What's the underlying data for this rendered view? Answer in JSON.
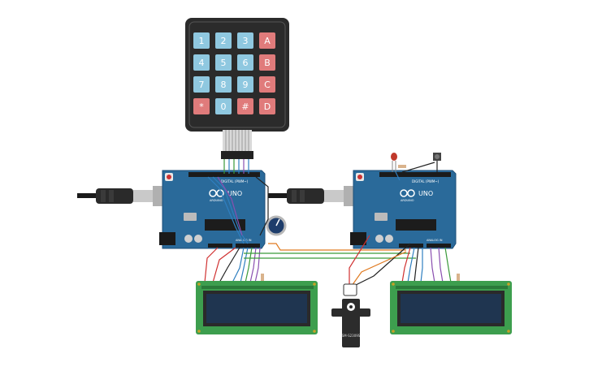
{
  "keypad": {
    "keys": [
      "1",
      "2",
      "3",
      "A",
      "4",
      "5",
      "6",
      "B",
      "7",
      "8",
      "9",
      "C",
      "*",
      "0",
      "#",
      "D"
    ],
    "colors": {
      "body": "#2b2b2b",
      "digit": "#8fc8e0",
      "letter": "#e07b7b",
      "text": "#ffffff"
    }
  },
  "arduino_left": {
    "brand": "UNO",
    "logo_text": "ARDUINO",
    "header_text": "DIGITAL (PWM~)",
    "analog_text": "ANALOG IN"
  },
  "arduino_right": {
    "brand": "UNO",
    "logo_text": "ARDUINO",
    "header_text": "DIGITAL (PWM~)",
    "analog_text": "ANALOG IN"
  },
  "servo": {
    "label": "SM-S2309S"
  },
  "colors": {
    "board": "#2a6a9a",
    "board_edge": "#1d4f78",
    "lcd_pcb": "#3d9e4e",
    "lcd_screen": "#1f3550",
    "wire_red": "#d03030",
    "wire_blue": "#2f7fc0",
    "wire_green": "#3a9a3a",
    "wire_purple": "#8a4fb0",
    "wire_orange": "#e07a20",
    "wire_black": "#222222"
  }
}
